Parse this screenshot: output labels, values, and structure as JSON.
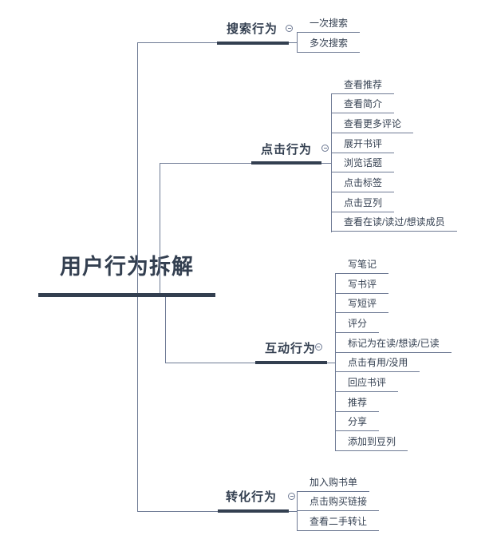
{
  "diagram": {
    "type": "mindmap",
    "colors": {
      "topic_text": "#333f50",
      "thick_line": "#333f50",
      "thin_line": "#6e7a94",
      "background": "#ffffff"
    },
    "central_topic": {
      "label": "用户行为拆解"
    },
    "branches": [
      {
        "label": "搜索行为",
        "collapse_icon": "minus",
        "children": [
          "一次搜索",
          "多次搜索"
        ]
      },
      {
        "label": "点击行为",
        "collapse_icon": "minus",
        "children": [
          "查看推荐",
          "查看简介",
          "查看更多评论",
          "展开书评",
          "浏览话题",
          "点击标签",
          "点击豆列",
          "查看在读/读过/想读成员"
        ]
      },
      {
        "label": "互动行为",
        "collapse_icon": "minus",
        "children": [
          "写笔记",
          "写书评",
          "写短评",
          "评分",
          "标记为在读/想读/已读",
          "点击有用/没用",
          "回应书评",
          "推荐",
          "分享",
          "添加到豆列"
        ]
      },
      {
        "label": "转化行为",
        "collapse_icon": "minus",
        "children": [
          "加入购书单",
          "点击购买链接",
          "查看二手转让"
        ]
      }
    ]
  }
}
